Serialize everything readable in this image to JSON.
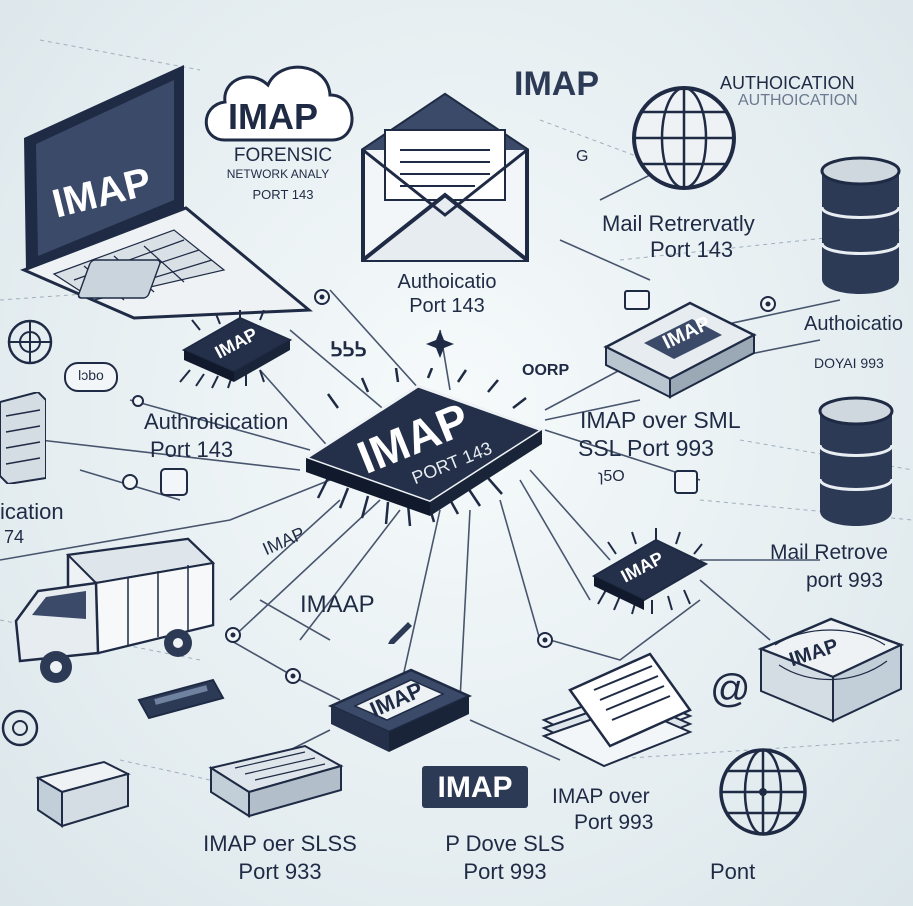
{
  "colors": {
    "background": "#e9f1f4",
    "navy": "#1f2b45",
    "chip_dark": "#243049",
    "line": "#2c3a56",
    "pale": "#d4dde4"
  },
  "laptop": {
    "screen_text": "IMAP",
    "icon": "laptop-icon"
  },
  "cloud": {
    "text": "IMAP",
    "icon": "cloud-icon"
  },
  "forensic": {
    "line1": "FORENSIC",
    "line2": "NETWORK ANALY",
    "line3": "PORT 143"
  },
  "envelope": {
    "icon": "envelope-icon"
  },
  "header_imap": "IMAP",
  "authentication_top": {
    "line1": "AUTHOICATION",
    "line2": "AUTHOICATION"
  },
  "globe_top": {
    "icon": "globe-icon"
  },
  "mail_retrieval_top": {
    "line1": "Mail Retrervatly",
    "line2": "Port 143"
  },
  "auth_center": {
    "line1": "Authoicatio",
    "line2": "Port 143"
  },
  "small_chip_left": {
    "text": "IMAP"
  },
  "auth_left": {
    "line1": "Authroicication",
    "line2": "Port 143"
  },
  "ication_left": {
    "line1": "ication",
    "line2": "74"
  },
  "central_chip": {
    "line1": "IMAP",
    "line2": "PORT 143"
  },
  "router_right": {
    "text": "IMAP"
  },
  "authoication_right": "Authoicatio",
  "doyar_right": "DOYAI 993",
  "imap_over_ssl_right": {
    "line1": "IMAP over SML",
    "line2": "SSL Port 993"
  },
  "oorp_label": "OORP",
  "lsso_label": "ɿ5O",
  "dots_label": "ᕊᕊᕊ",
  "badge_left_text": "lᴐbo",
  "imap_chip_diag": "IMAP",
  "imaap_label": "IMAAP",
  "chip_right_lower": {
    "text": "IMAP"
  },
  "mail_retrieval_right": {
    "line1": "Mail Retrove",
    "line2": "port 993"
  },
  "server_box_right": {
    "text": "IMAP"
  },
  "bottom_device": {
    "text": "IMAP"
  },
  "imap_badge_bottom": "IMAP",
  "imap_over_port_bottom": {
    "line1": "IMAP over",
    "line2": "Port 993"
  },
  "bottom_left_label": {
    "line1": "IMAP oer SLSS",
    "line2": "Port 933"
  },
  "bottom_center_label": {
    "line1": "P Dove SLS",
    "line2": "Port 993"
  },
  "bottom_right_label": "Pont",
  "at_symbol": "@",
  "icons": [
    "laptop-icon",
    "cloud-icon",
    "envelope-icon",
    "globe-icon",
    "database-icon",
    "truck-icon",
    "chip-icon",
    "router-icon",
    "documents-icon",
    "hub-icon"
  ]
}
